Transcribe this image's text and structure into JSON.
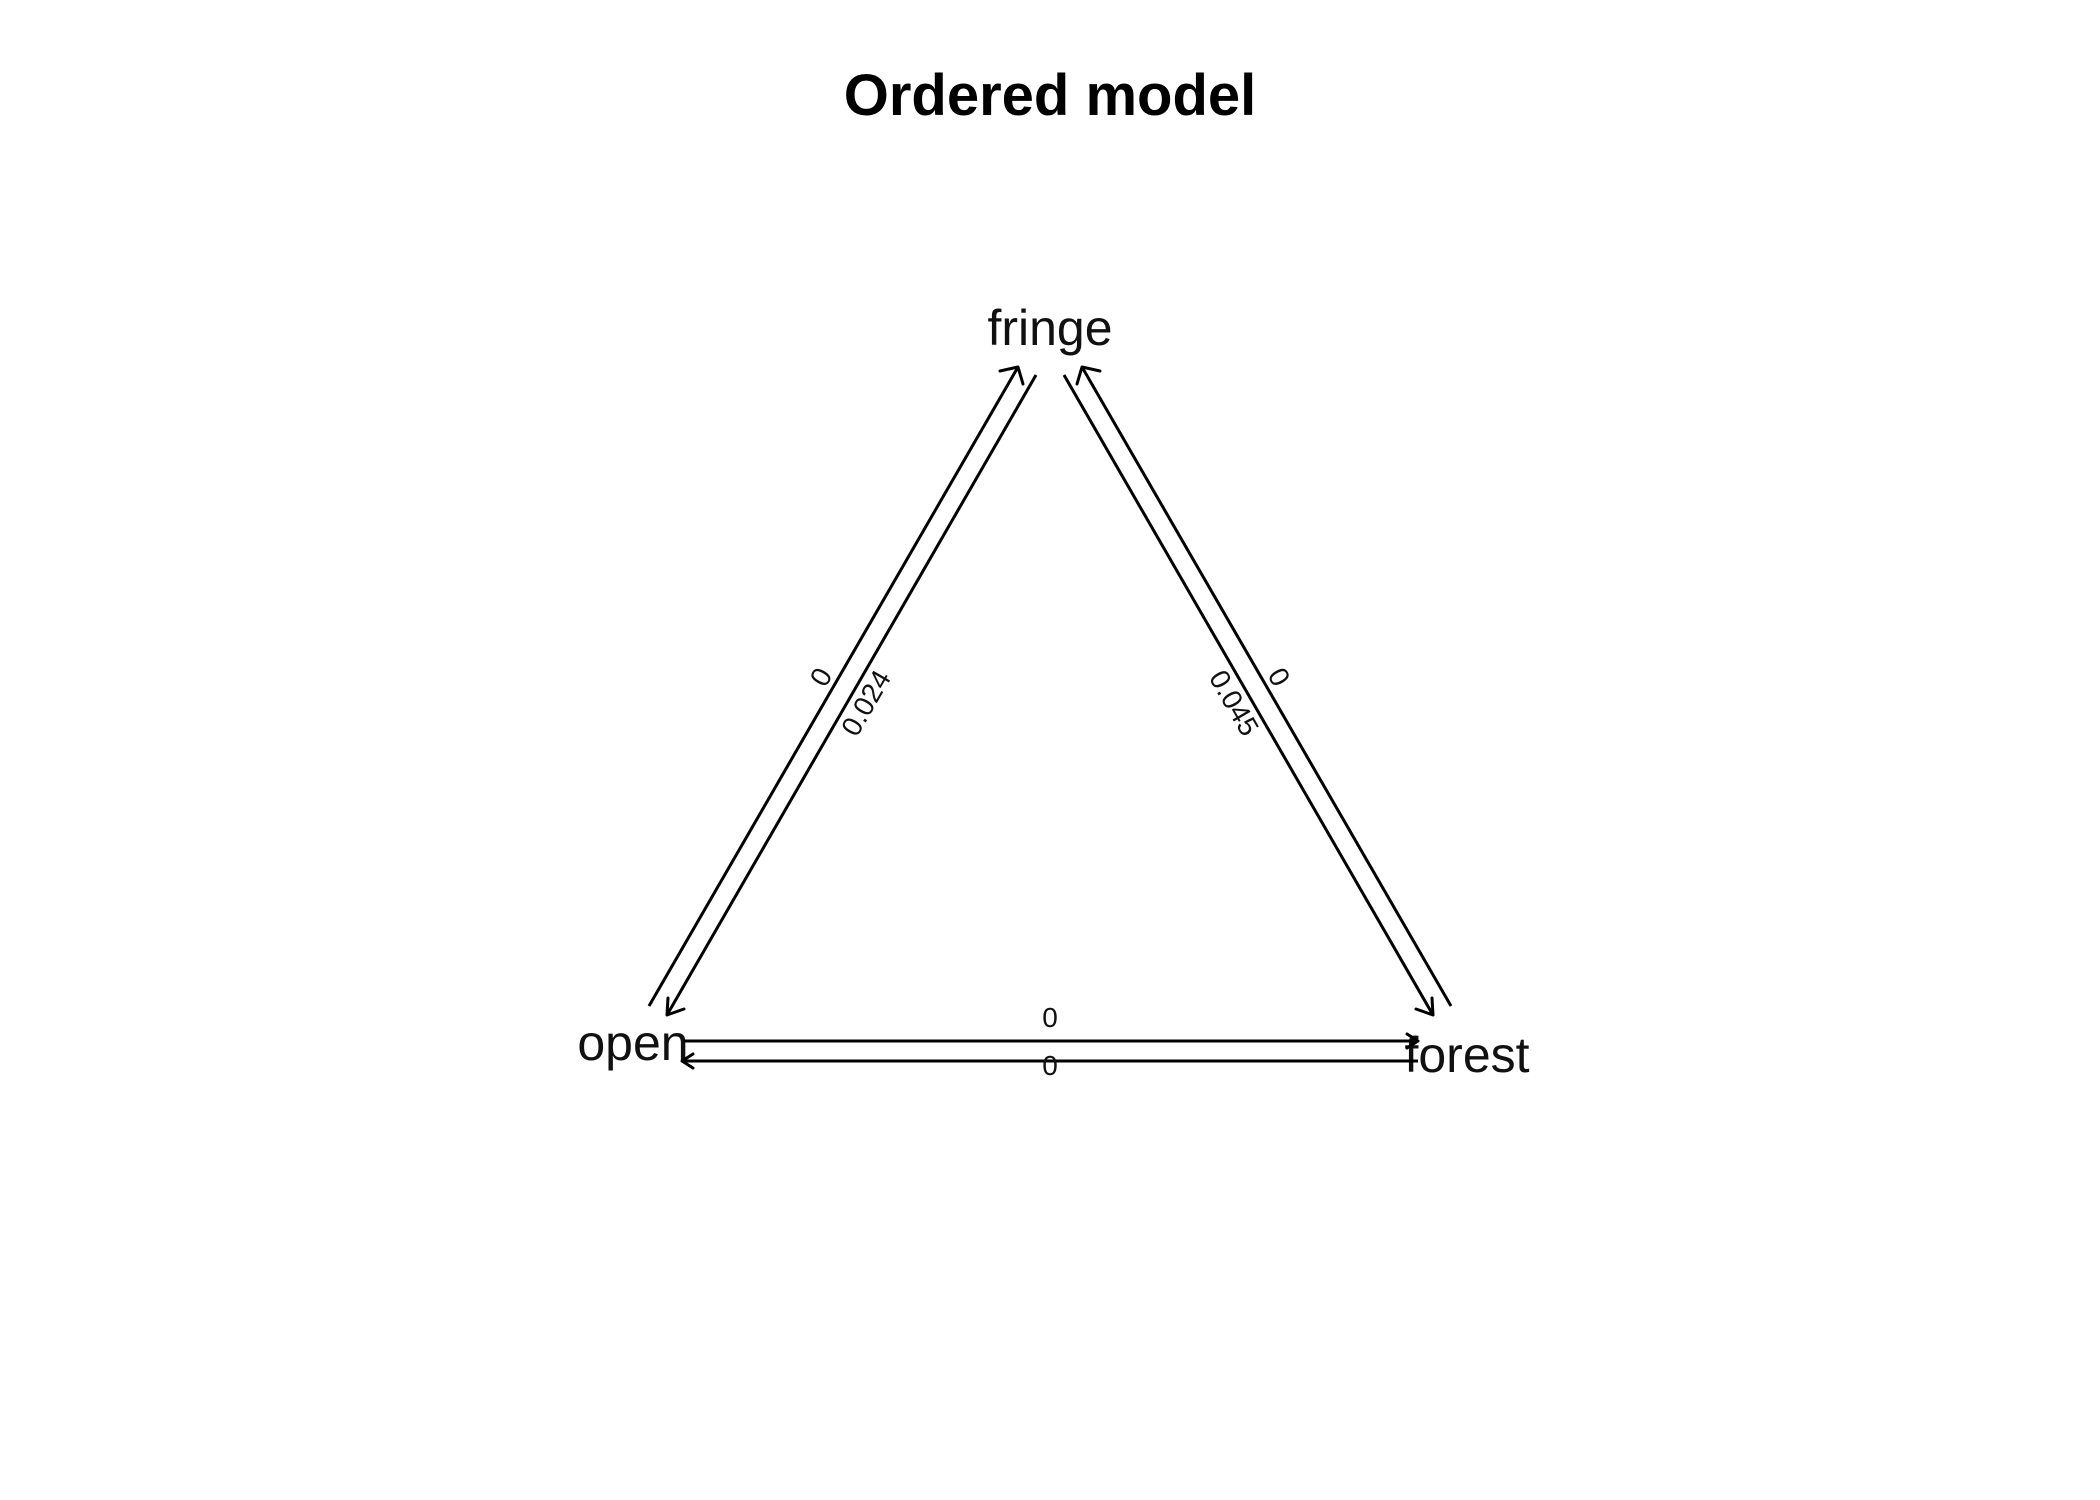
{
  "title": "Ordered model",
  "nodes": {
    "fringe": "fringe",
    "open": "open",
    "forest": "forest"
  },
  "edges": [
    {
      "from": "open",
      "to": "fringe",
      "label": "0"
    },
    {
      "from": "fringe",
      "to": "open",
      "label": "0.024"
    },
    {
      "from": "forest",
      "to": "fringe",
      "label": "0"
    },
    {
      "from": "fringe",
      "to": "forest",
      "label": "0.045"
    },
    {
      "from": "open",
      "to": "forest",
      "label": "0"
    },
    {
      "from": "forest",
      "to": "open",
      "label": "0"
    }
  ]
}
